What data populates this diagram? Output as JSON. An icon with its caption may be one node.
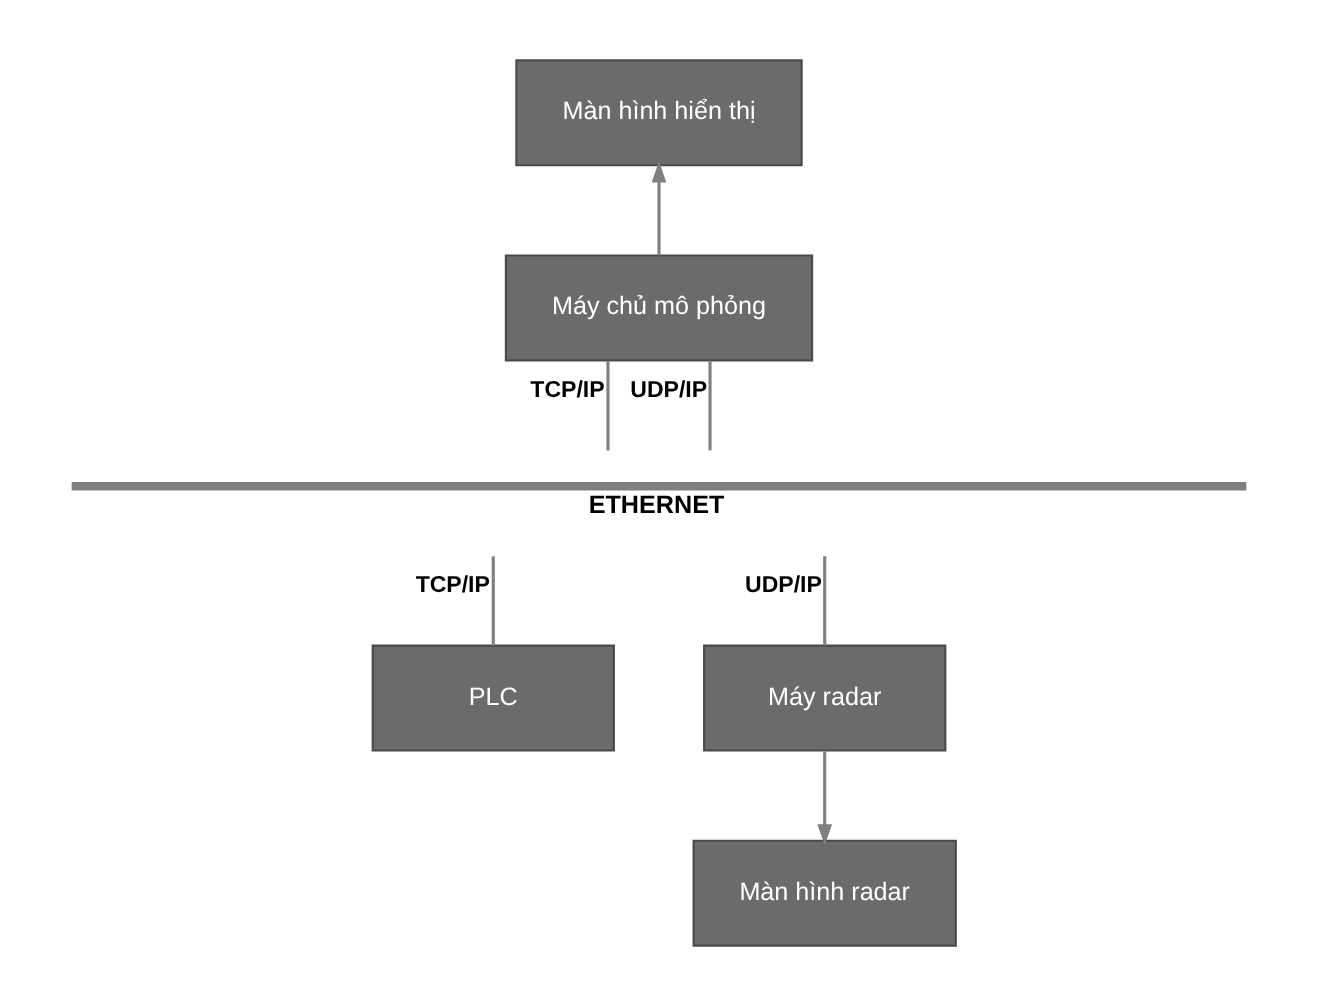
{
  "diagram": {
    "nodes": [
      {
        "text": [
          "Màn hình hiển thị"
        ]
      },
      {
        "text": [
          "Máy chủ mô phỏng"
        ]
      },
      {
        "text": [
          "ETHERNET"
        ]
      },
      {
        "text": [
          "PLC"
        ]
      },
      {
        "text": [
          "Máy radar"
        ]
      },
      {
        "text": [
          "Màn hình radar"
        ]
      }
    ],
    "edges": [
      {
        "from": 1,
        "to": 0,
        "arrow": "to"
      },
      {
        "from": 1,
        "to": 2,
        "arrow": "none",
        "label": "TCP/IP"
      },
      {
        "from": 1,
        "to": 2,
        "arrow": "none",
        "label": "UDP/IP"
      },
      {
        "from": 3,
        "to": 2,
        "arrow": "none",
        "label": "TCP/IP"
      },
      {
        "from": 4,
        "to": 2,
        "arrow": "none",
        "label": "UDP/IP"
      },
      {
        "from": 4,
        "to": 5,
        "arrow": "to"
      }
    ]
  }
}
